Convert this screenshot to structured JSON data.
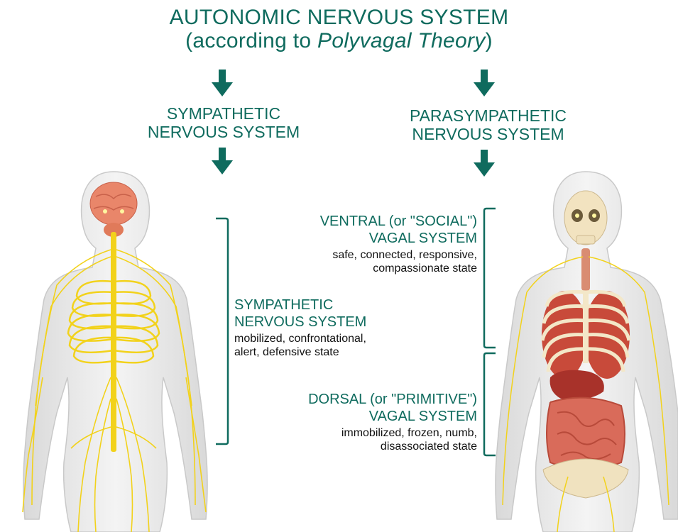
{
  "header": {
    "title_line1": "AUTONOMIC NERVOUS SYSTEM",
    "title_line2_prefix": "(according to ",
    "title_line2_italic": "Polyvagal Theory",
    "title_line2_suffix": ")"
  },
  "branches": {
    "sympathetic": {
      "line1": "SYMPATHETIC",
      "line2": "NERVOUS SYSTEM"
    },
    "parasympathetic": {
      "line1": "PARASYMPATHETIC",
      "line2": "NERVOUS SYSTEM"
    }
  },
  "states": {
    "ventral": {
      "title1": "VENTRAL (or \"SOCIAL\")",
      "title2": "VAGAL SYSTEM",
      "desc1": "safe, connected, responsive,",
      "desc2": "compassionate state"
    },
    "sympathetic": {
      "title1": "SYMPATHETIC",
      "title2": "NERVOUS SYSTEM",
      "desc1": "mobilized, confrontational,",
      "desc2": "alert, defensive state"
    },
    "dorsal": {
      "title1": "DORSAL (or \"PRIMITIVE\")",
      "title2": "VAGAL SYSTEM",
      "desc1": "immobilized, frozen, numb,",
      "desc2": "disassociated state"
    }
  },
  "colors": {
    "accent": "#0f6b5e",
    "nerve": "#f2d21b",
    "body": "#e8e8e8"
  }
}
